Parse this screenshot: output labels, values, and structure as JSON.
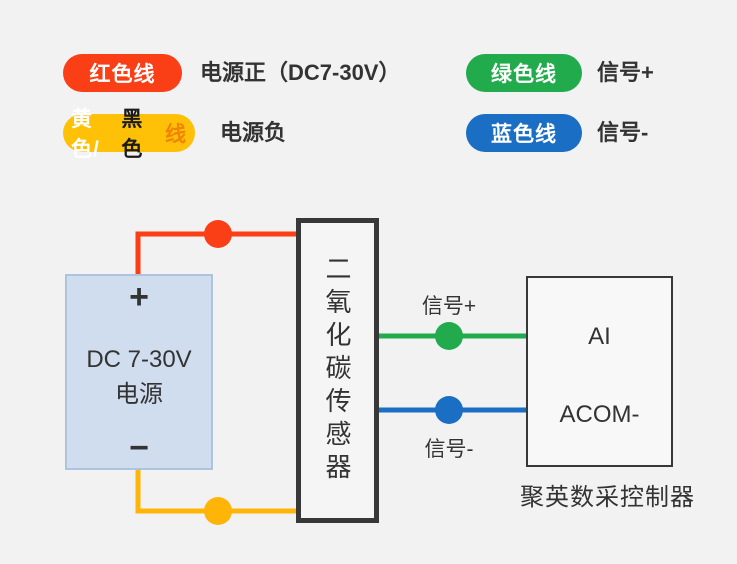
{
  "background_color": "#f2f2f2",
  "legend": {
    "rows": [
      {
        "pill_text": "红色线",
        "pill_color": "#fa3e16",
        "label": "电源正（DC7-30V）"
      },
      {
        "pill_color": "#ffc107",
        "pill_segments": [
          {
            "text": "黄色/",
            "color": "#ffffff"
          },
          {
            "text": "黑色",
            "color": "#1a1a1a"
          },
          {
            "text": "线",
            "color": "#f08300"
          }
        ],
        "label": "电源负"
      },
      {
        "pill_text": "绿色线",
        "pill_color": "#21ab4d",
        "label": "信号+"
      },
      {
        "pill_text": "蓝色线",
        "pill_color": "#1a6fc4",
        "label": "信号-"
      }
    ]
  },
  "diagram": {
    "power_supply": {
      "plus_terminal": "+",
      "name_line1": "DC 7-30V",
      "name_line2": "电源",
      "minus_terminal": "−"
    },
    "sensor": {
      "name": "二氧化碳传感器"
    },
    "controller": {
      "terminal_ai": "AI",
      "terminal_acom": "ACOM-",
      "caption": "聚英数采控制器"
    },
    "wire_labels": {
      "signal_plus": "信号+",
      "signal_minus": "信号-"
    },
    "wire_colors": {
      "red": "#fa3e16",
      "yellow": "#ffb508",
      "green": "#21ab4d",
      "blue": "#1a6fc4"
    }
  }
}
